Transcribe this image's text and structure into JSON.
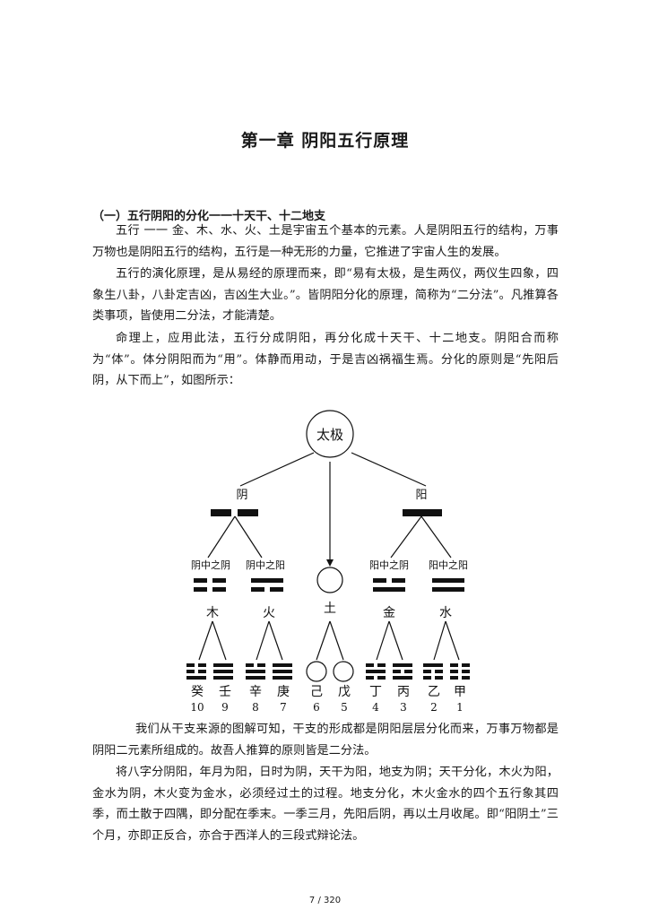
{
  "title": "第一章  阴阳五行原理",
  "section_heading": "（一）五行阴阳的分化一一十天干、十二地支",
  "paragraphs": [
    "五行 一一 金、木、水、火、土是宇宙五个基本的元素。人是阴阳五行的结构，万事万物也是阴阳五行的结构，五行是一种无形的力量，它推进了宇宙人生的发展。",
    "五行的演化原理，是从易经的原理而来，即“易有太极，是生两仪，两仪生四象，四象生八卦，八卦定吉凶，吉凶生大业。”。皆阴阳分化的原理，简称为“二分法”。凡推算各类事项，皆使用二分法，才能清楚。",
    "命理上，应用此法，五行分成阴阳，再分化成十天干、十二地支。阴阳合而称为“体”。体分阴阳而为“用”。体静而用动，于是吉凶祸福生焉。分化的原则是“先阳后阴，从下而上”，如图所示：",
    "我们从干支来源的图解可知，干支的形成都是阴阳层层分化而来，万事万物都是阴阳二元素所组成的。故吾人推算的原则皆是二分法。",
    "将八字分阴阳，年月为阳，日时为阴，天干为阳，地支为阴；天干分化，木火为阳，金水为阴，木火变为金水，必须经过土的过程。地支分化，木火金水的四个五行象其四季，而土散于四隅，即分配在季末。一季三月，先阳后阴，再以土月收尾。即“阳阴土”三个月，亦即正反合，亦合于西洋人的三段式辩论法。"
  ],
  "diagram": {
    "root": "太极",
    "yin_label": "阴",
    "yang_label": "阳",
    "sub_labels": [
      "阴中之阴",
      "阴中之阳",
      "阳中之阴",
      "阳中之阳"
    ],
    "elements": [
      "木",
      "火",
      "土",
      "金",
      "水"
    ],
    "stems": [
      "癸",
      "壬",
      "辛",
      "庚",
      "己",
      "戊",
      "丁",
      "丙",
      "乙",
      "甲"
    ],
    "numbers": [
      "10",
      "9",
      "8",
      "7",
      "6",
      "5",
      "4",
      "3",
      "2",
      "1"
    ]
  },
  "page_number": "7 / 320"
}
